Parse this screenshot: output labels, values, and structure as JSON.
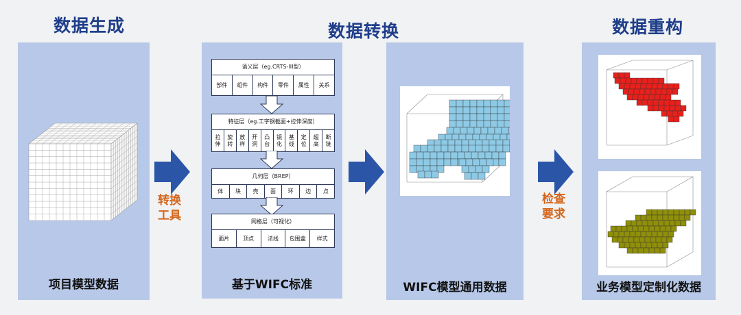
{
  "sections": {
    "generation_title": "数据生成",
    "conversion_title": "数据转换",
    "reconstruction_title": "数据重构"
  },
  "panels": {
    "project_model_caption": "项目模型数据",
    "wifc_standard_caption": "基于WIFC标准",
    "wifc_common_caption": "WIFC模型通用数据",
    "business_custom_caption": "业务模型定制化数据"
  },
  "arrows": {
    "convert_tool_line1": "转换",
    "convert_tool_line2": "工具",
    "check_req_line1": "检查",
    "check_req_line2": "要求"
  },
  "layers": [
    {
      "title": "语义层（eg.CRTS-III型）",
      "cells": [
        "部件",
        "组件",
        "构件",
        "零件",
        "属性",
        "关系"
      ]
    },
    {
      "title": "特征层（eg.工字钢截面+拉伸深度）",
      "cells": [
        "拉伸",
        "旋转",
        "放样",
        "开洞",
        "凸台",
        "镜化",
        "基线",
        "定位",
        "超高",
        "断链"
      ]
    },
    {
      "title": "几何层（BREP）",
      "cells": [
        "体",
        "块",
        "壳",
        "面",
        "环",
        "边",
        "点"
      ]
    },
    {
      "title": "网格层（可视化）",
      "cells": [
        "面片",
        "顶点",
        "法线",
        "包围盒",
        "样式"
      ]
    }
  ],
  "colors": {
    "title": "#1f3e8a",
    "panel": "#b7c8e8",
    "arrow": "#2b56a8",
    "side_label": "#d4661c",
    "voxel_blue": "#8ecae6",
    "voxel_red": "#e8201c",
    "voxel_olive": "#8f8f0a"
  }
}
